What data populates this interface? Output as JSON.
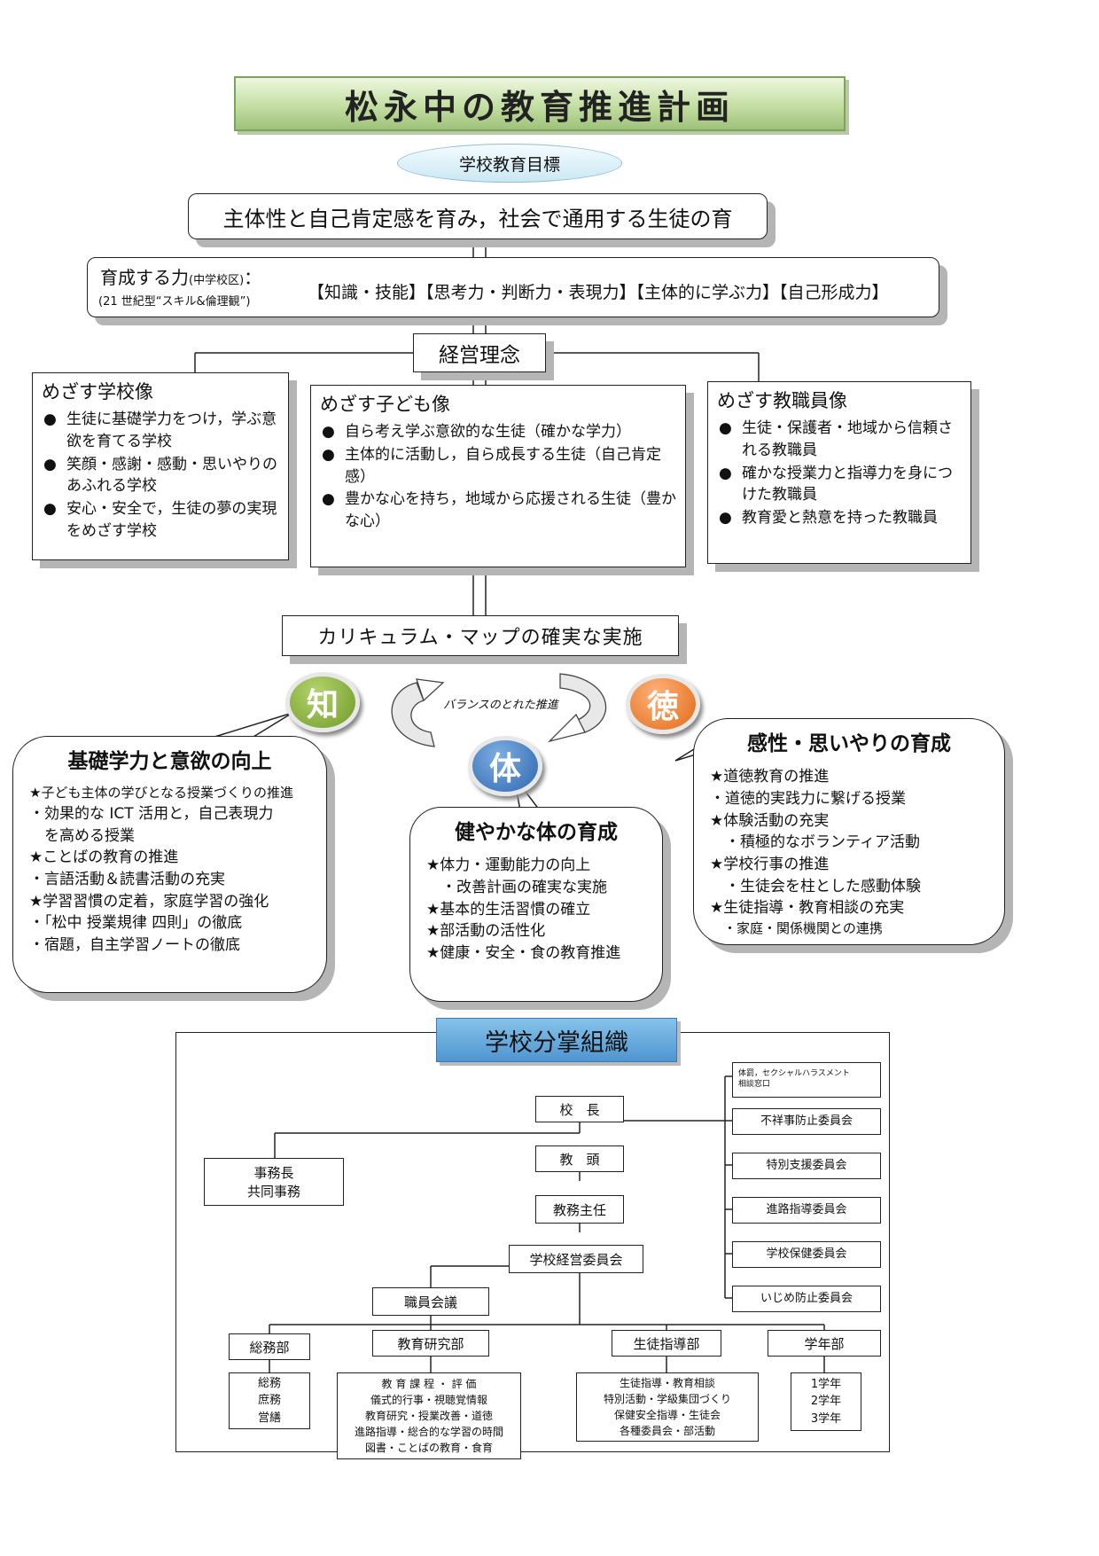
{
  "title": "松永中の教育推進計画",
  "goal_label": "学校教育目標",
  "goal": "主体性と自己肯定感を育み，社会で通用する生徒の育",
  "skills": {
    "label": "育成する力",
    "label_note": "(中学校区)",
    "colon": "：",
    "sub": "(21 世紀型“スキル&倫理観”)",
    "list": "【知識・技能】【思考力・判断力・表現力】【主体的に学ぶ力】【自己形成力】"
  },
  "philosophy": "経営理念",
  "visions": {
    "school": {
      "title": "めざす学校像",
      "items": [
        "生徒に基礎学力をつけ，学ぶ意欲を育てる学校",
        "笑顔・感謝・感動・思いやりのあふれる学校",
        "安心・安全で，生徒の夢の実現をめざす学校"
      ]
    },
    "child": {
      "title": "めざす子ども像",
      "items": [
        "自ら考え学ぶ意欲的な生徒（確かな学力）",
        "主体的に活動し，自ら成長する生徒（自己肯定感）",
        "豊かな心を持ち，地域から応援される生徒（豊かな心）"
      ]
    },
    "staff": {
      "title": "めざす教職員像",
      "items": [
        "生徒・保護者・地域から信頼される教職員",
        "確かな授業力と指導力を身につけた教職員",
        "教育愛と熱意を持った教職員"
      ]
    }
  },
  "curriculum": "カリキュラム・マップの確実な実施",
  "balance": "バランスのとれた推進",
  "badges": {
    "chi": "知",
    "toku": "徳",
    "tai": "体"
  },
  "chi": {
    "title": "基礎学力と意欲の向上",
    "lines": [
      "★子ども主体の学びとなる授業づくりの推進",
      "・効果的な ICT 活用と，自己表現力",
      "　を高める授業",
      "★ことばの教育の推進",
      "・言語活動＆読書活動の充実",
      "★学習習慣の定着，家庭学習の強化",
      "・「松中 授業規律 四則」の徹底",
      "・宿題，自主学習ノートの徹底"
    ]
  },
  "tai": {
    "title": "健やかな体の育成",
    "lines": [
      "★体力・運動能力の向上",
      "　・改善計画の確実な実施",
      "★基本的生活習慣の確立",
      "★部活動の活性化",
      "★健康・安全・食の教育推進"
    ]
  },
  "toku": {
    "title": "感性・思いやりの育成",
    "lines": [
      "★道徳教育の推進",
      "・道徳的実践力に繋げる授業",
      "★体験活動の充実",
      "　・積極的なボランティア活動",
      "★学校行事の推進",
      "　・生徒会を柱とした感動体験",
      "★生徒指導・教育相談の充実",
      "　・家庭・関係機関との連携"
    ]
  },
  "org": {
    "title": "学校分掌組織",
    "principal": "校　長",
    "vice": "教　頭",
    "chief": "教務主任",
    "office": [
      "事務長",
      "共同事務"
    ],
    "management": "学校経営委員会",
    "staff_meeting": "職員会議",
    "committees": [
      "体罰，セクシャルハラスメント\n相談窓口",
      "不祥事防止委員会",
      "特別支援委員会",
      "進路指導委員会",
      "学校保健委員会",
      "いじめ防止委員会"
    ],
    "departments": [
      {
        "name": "総務部",
        "duties": [
          "総務",
          "庶務",
          "営繕"
        ]
      },
      {
        "name": "教育研究部",
        "duties": [
          "教 育 課 程 ・ 評 価",
          "儀式的行事・視聴覚情報",
          "教育研究・授業改善・道徳",
          "進路指導・総合的な学習の時間",
          "図書・ことばの教育・食育"
        ]
      },
      {
        "name": "生徒指導部",
        "duties": [
          "生徒指導・教育相談",
          "特別活動・学級集団づくり",
          "保健安全指導・生徒会",
          "各種委員会・部活動"
        ]
      },
      {
        "name": "学年部",
        "duties": [
          "1学年",
          "2学年",
          "3学年"
        ]
      }
    ]
  }
}
